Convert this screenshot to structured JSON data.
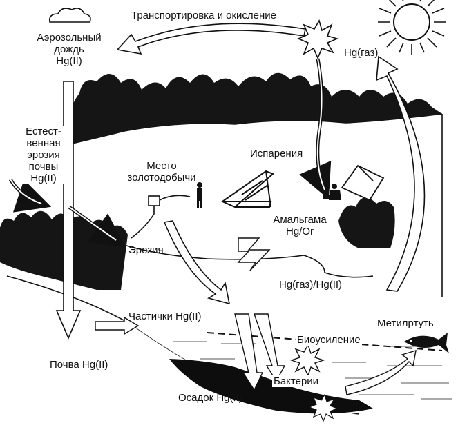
{
  "labels": {
    "transport": "Транспортировка и окисление",
    "aerosol_1": "Аэрозольный",
    "aerosol_2": "дождь",
    "aerosol_3": "Hg(II)",
    "hg_gas": "Hg(газ)",
    "erosion_1": "Естест-",
    "erosion_2": "венная",
    "erosion_3": "эрозия",
    "erosion_4": "почвы",
    "erosion_5": "Hg(II)",
    "evaporation": "Испарения",
    "mining_1": "Место",
    "mining_2": "золотодобычи",
    "amalgam_1": "Амальгама",
    "amalgam_2": "Hg/Or",
    "erosion_small": "Эрозия",
    "hg_gas_hg2": "Hg(газ)/Hg(II)",
    "particles": "Частички Hg(II)",
    "methylmercury": "Метилртуть",
    "bioamplification": "Биоусиление",
    "bacteria": "Бактерии",
    "soil": "Почва Hg(II)",
    "sediment": "Осадок Hg(II)"
  },
  "colors": {
    "ink": "#111111",
    "paper": "#ffffff",
    "sediment": "#0d0d0d",
    "water_hatch": "#555555",
    "foliage": "#151515"
  }
}
